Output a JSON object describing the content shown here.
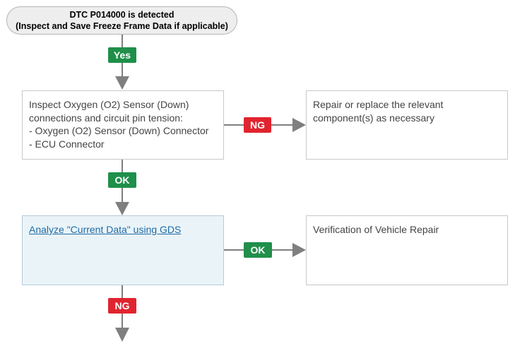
{
  "start": {
    "line1": "DTC P014000 is detected",
    "line2": "(Inspect and Save Freeze Frame Data if applicable)"
  },
  "labels": {
    "yes": "Yes",
    "ng_1": "NG",
    "ok_1": "OK",
    "ok_2": "OK",
    "ng_2": "NG"
  },
  "inspect_box": {
    "lines": [
      "Inspect  Oxygen (O2) Sensor (Down)",
      "connections and circuit pin tension:",
      "- Oxygen (O2) Sensor (Down) Connector",
      "- ECU Connector"
    ]
  },
  "repair_box": {
    "lines": [
      "Repair or replace the relevant",
      "component(s) as necessary"
    ]
  },
  "analyze_box": {
    "link": "Analyze \"Current Data\" using GDS"
  },
  "verify_box": {
    "text": "Verification of Vehicle Repair"
  },
  "colors": {
    "ok_green": "#1f8f4a",
    "ng_red": "#e0242f",
    "arrow_gray": "#7f7f7f",
    "highlight_box": "#eaf4f8",
    "link_blue": "#1f6aa5"
  }
}
